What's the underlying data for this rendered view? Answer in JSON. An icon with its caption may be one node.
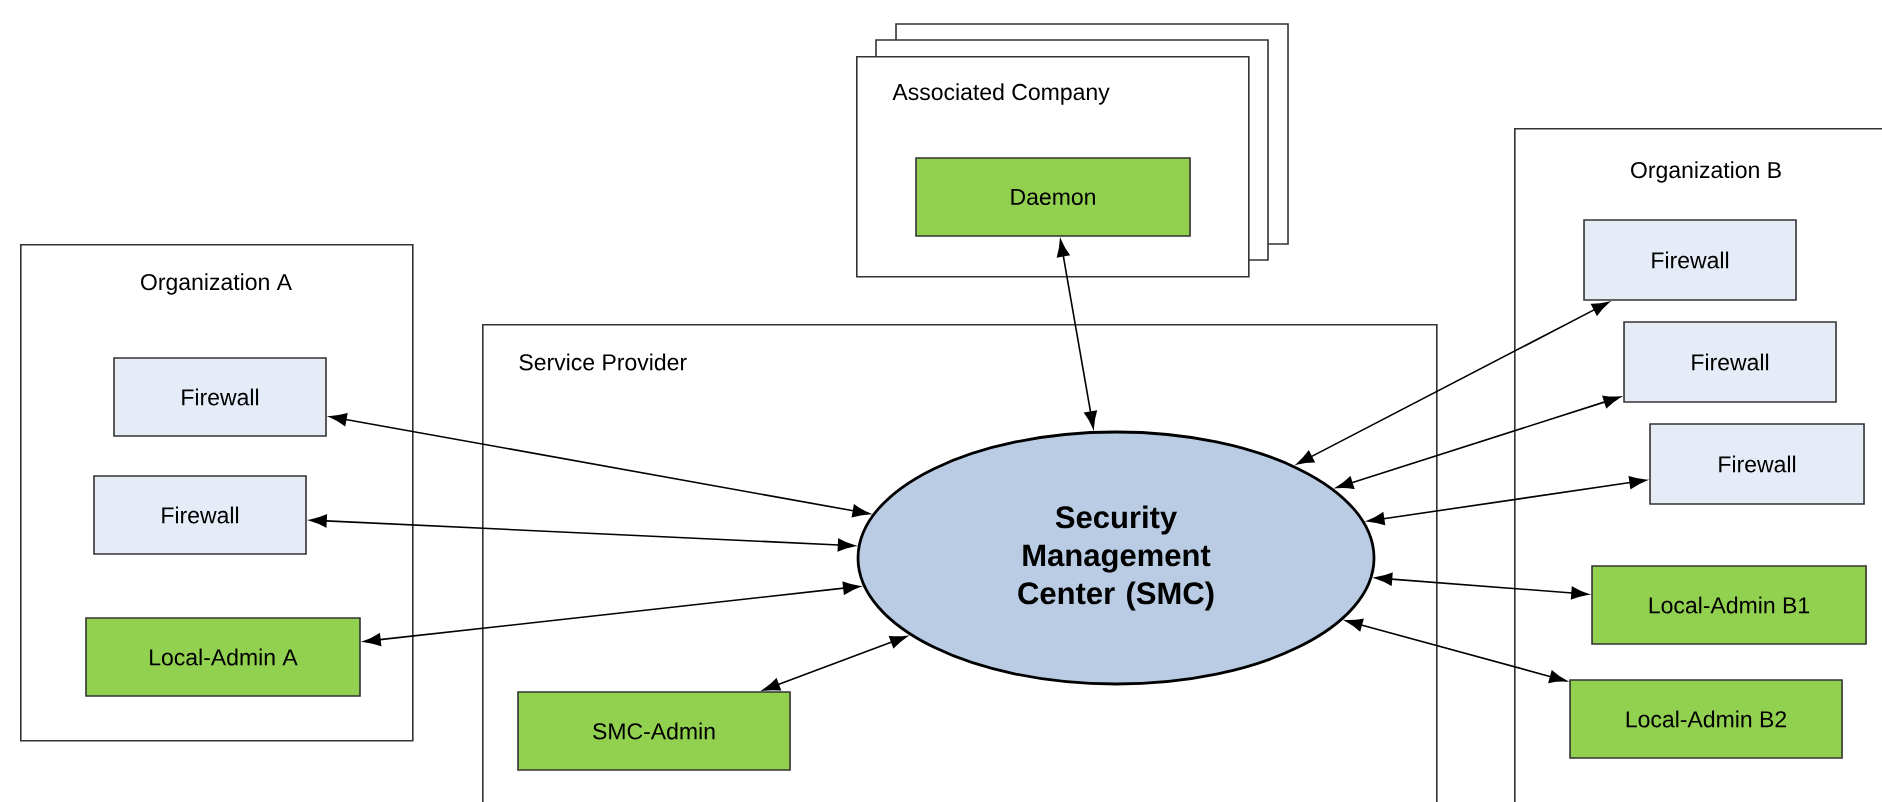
{
  "diagram": {
    "nodes": [
      {
        "text": [
          "Organization A"
        ]
      },
      {
        "text": [
          "Firewall"
        ],
        "in": 0
      },
      {
        "text": [
          "Firewall"
        ],
        "in": 0
      },
      {
        "text": [
          "Local-Admin A"
        ],
        "in": 0
      },
      {
        "text": [
          "Associated Company"
        ]
      },
      {
        "text": [
          "Daemon"
        ],
        "in": 4
      },
      {
        "text": [
          "Service Provider"
        ]
      },
      {
        "text": [
          "Security Management Center (SMC)"
        ],
        "in": 6
      },
      {
        "text": [
          "SMC-Admin"
        ],
        "in": 6
      },
      {
        "text": [
          "Organization B"
        ]
      },
      {
        "text": [
          "Firewall"
        ],
        "in": 9
      },
      {
        "text": [
          "Firewall"
        ],
        "in": 9
      },
      {
        "text": [
          "Firewall"
        ],
        "in": 9
      },
      {
        "text": [
          "Local-Admin B1"
        ],
        "in": 9
      },
      {
        "text": [
          "Local-Admin B2"
        ],
        "in": 9
      }
    ],
    "edges": [
      {
        "from": 1,
        "to": 7,
        "arrow": "both"
      },
      {
        "from": 2,
        "to": 7,
        "arrow": "both"
      },
      {
        "from": 3,
        "to": 7,
        "arrow": "both"
      },
      {
        "from": 5,
        "to": 7,
        "arrow": "both"
      },
      {
        "from": 8,
        "to": 7,
        "arrow": "both"
      },
      {
        "from": 10,
        "to": 7,
        "arrow": "both"
      },
      {
        "from": 11,
        "to": 7,
        "arrow": "both"
      },
      {
        "from": 12,
        "to": 7,
        "arrow": "both"
      },
      {
        "from": 13,
        "to": 7,
        "arrow": "both"
      },
      {
        "from": 14,
        "to": 7,
        "arrow": "both"
      }
    ]
  }
}
